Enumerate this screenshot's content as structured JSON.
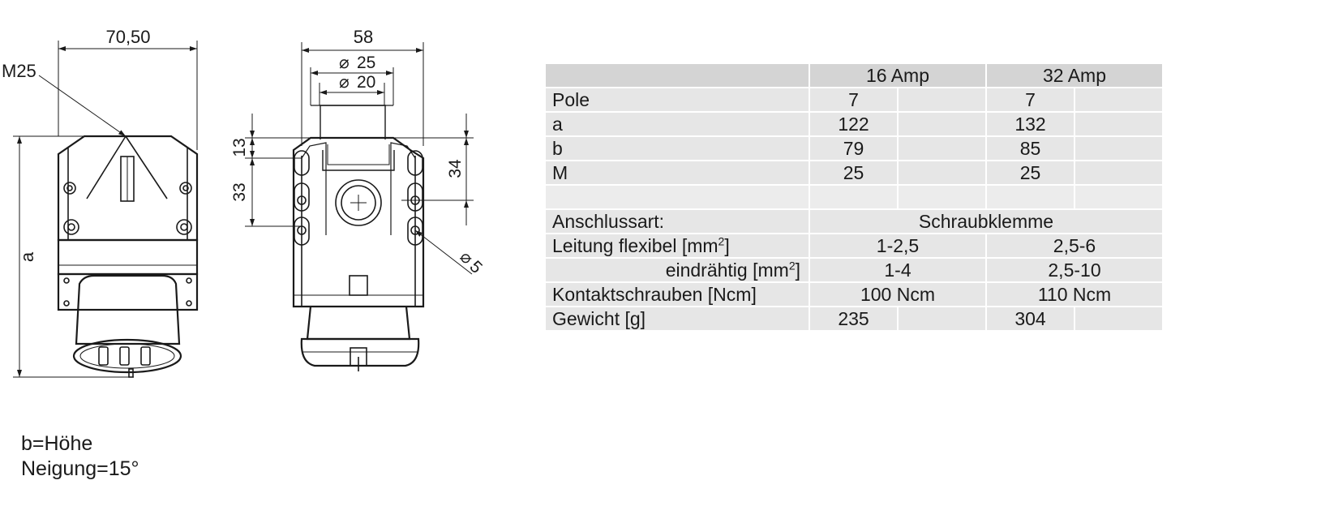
{
  "dimensions": {
    "width_top": "70,50",
    "thread": "M25",
    "height_symbol": "a",
    "width_front": "58",
    "diameter_outer": "25",
    "diameter_inner": "20",
    "diameter_symbol": "⌀",
    "upper_gap": "13",
    "hole_spacing": "33",
    "right_height": "34",
    "hole_diameter": "5"
  },
  "table": {
    "col_16": "16 Amp",
    "col_32": "32 Amp",
    "rows": [
      {
        "label": "Pole",
        "v16": "7",
        "v32": "7"
      },
      {
        "label": "a",
        "v16": "122",
        "v32": "132"
      },
      {
        "label": "b",
        "v16": "79",
        "v32": "85"
      },
      {
        "label": "M",
        "v16": "25",
        "v32": "25"
      }
    ],
    "connection_label": "Anschlussart:",
    "connection_value": "Schraubklemme",
    "cable_flexible_label": "Leitung  flexibel [mm",
    "cable_flexible_16": "1-2,5",
    "cable_flexible_32": "2,5-6",
    "cable_solid_label": "eindrähtig [mm",
    "cable_solid_16": "1-4",
    "cable_solid_32": "2,5-10",
    "superscript_two": "2",
    "bracket_close": "]",
    "torque_label": "Kontaktschrauben [Ncm]",
    "torque_16": "100 Ncm",
    "torque_32": "110 Ncm",
    "weight_label": "Gewicht [g]",
    "weight_16": "235",
    "weight_32": "304"
  },
  "notes": {
    "line1": "b=Höhe",
    "line2": "Neigung=15°"
  }
}
